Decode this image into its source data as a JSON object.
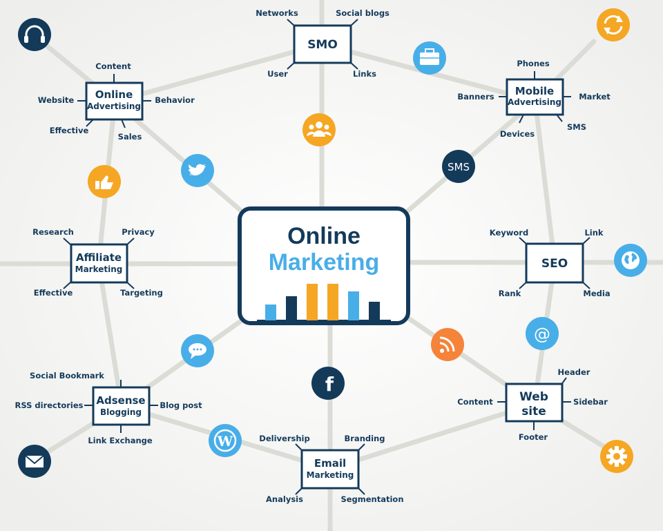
{
  "colors": {
    "navy": "#143a5a",
    "light_blue": "#48aee8",
    "orange": "#f5a623",
    "line": "#dcdcd6"
  },
  "center": {
    "line1": "Online",
    "line2": "Marketing"
  },
  "nodes": {
    "smo": {
      "title": "SMO",
      "labels": {
        "top_left": "Networks",
        "top_right": "Social blogs",
        "bottom_left": "User",
        "bottom_right": "Links"
      }
    },
    "mobile": {
      "title1": "Mobile",
      "title2": "Advertising",
      "labels": {
        "top": "Phones",
        "left": "Banners",
        "right": "Market",
        "bottom_left": "Devices",
        "bottom_right": "SMS"
      }
    },
    "online_adv": {
      "title1": "Online",
      "title2": "Advertising",
      "labels": {
        "top": "Content",
        "left": "Website",
        "right": "Behavior",
        "bottom_left": "Effective",
        "bottom_right": "Sales"
      }
    },
    "affiliate": {
      "title1": "Affiliate",
      "title2": "Marketing",
      "labels": {
        "top_left": "Research",
        "top_right": "Privacy",
        "bottom_left": "Effective",
        "bottom_right": "Targeting"
      }
    },
    "seo": {
      "title": "SEO",
      "labels": {
        "top_left": "Keyword",
        "top_right": "Link",
        "bottom_left": "Rank",
        "bottom_right": "Media"
      }
    },
    "adsense": {
      "title1": "Adsense",
      "title2": "Blogging",
      "labels": {
        "top": "Social Bookmark",
        "left": "RSS directories",
        "right": "Blog post",
        "bottom": "Link Exchange"
      }
    },
    "email": {
      "title1": "Email",
      "title2": "Marketing",
      "labels": {
        "top_left": "Delivership",
        "top_right": "Branding",
        "bottom_left": "Analysis",
        "bottom_right": "Segmentation"
      }
    },
    "website": {
      "title1": "Web",
      "title2": "site",
      "labels": {
        "top": "Header",
        "left": "Content",
        "right": "Sidebar",
        "bottom": "Footer"
      }
    }
  },
  "icons": {
    "headphones": "headphones-icon",
    "sync": "sync-icon",
    "briefcase": "briefcase-icon",
    "group": "group-icon",
    "sms": "SMS",
    "twitter": "twitter-icon",
    "thumb": "thumbs-up-icon",
    "globe": "globe-icon",
    "at": "@",
    "rss": "rss-icon",
    "chat": "chat-icon",
    "facebook": "f",
    "wordpress": "W",
    "mail": "mail-icon",
    "gear": "gear-icon"
  }
}
